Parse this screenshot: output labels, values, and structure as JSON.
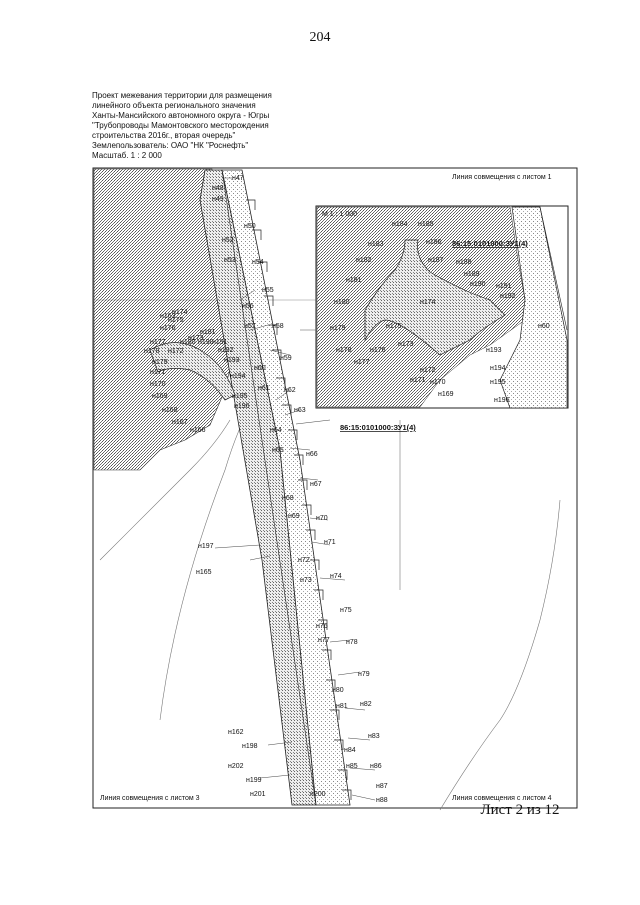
{
  "page_number": "204",
  "sheet_label": "Лист 2 из 12",
  "title_block": {
    "lines": [
      "Проект межевания территории для размещения",
      "линейного объекта регионального значения",
      "Ханты-Мансийского автономного округа - Югры",
      "\"Трубопроводы Мамонтовского месторождения",
      "строительства 2016г., вторая очередь\"",
      "Землепользователь: ОАО \"НК \"Роснефть\"",
      "Масштаб. 1 : 2 000"
    ]
  },
  "map": {
    "match_line_1": "Линия совмещения с листом 1",
    "match_line_3": "Линия совмещения с листом 3",
    "match_line_4": "Линия совмещения с листом 4",
    "parcel_label": "86:15:0101000:ЗУ1(4)",
    "inset": {
      "scale": "М 1 : 1 000",
      "parcel_label": "86:15:0101000:ЗУ1(4)"
    },
    "point_labels": [
      "н47",
      "н48",
      "н49",
      "н50",
      "н52",
      "н53",
      "н54",
      "н55",
      "н56",
      "н57",
      "н58",
      "н59",
      "н60",
      "н61",
      "н62",
      "н63",
      "н64",
      "н65",
      "н66",
      "н67",
      "н68",
      "н69",
      "н70",
      "н71",
      "н72",
      "н73",
      "н74",
      "н75",
      "н76",
      "н77",
      "н78",
      "н79",
      "н80",
      "н81",
      "н82",
      "н83",
      "н84",
      "н85",
      "н86",
      "н87",
      "н88",
      "н165",
      "н166",
      "н167",
      "н168",
      "н169",
      "н170",
      "н171",
      "н172",
      "н173",
      "н174",
      "н175",
      "н176",
      "н177",
      "н178",
      "н179",
      "н180",
      "н181",
      "н190",
      "н191",
      "н192",
      "н193",
      "н194",
      "н195",
      "н196",
      "н197",
      "н198",
      "н199",
      "н200",
      "н201",
      "н202",
      "н162",
      "н163",
      "н164",
      "н185"
    ],
    "inset_point_labels": [
      "н183",
      "н184",
      "н185",
      "н186",
      "н187",
      "н188",
      "н189",
      "н190",
      "н191",
      "н192",
      "н182",
      "н181",
      "н180",
      "н179",
      "н178",
      "н177",
      "н176",
      "н175",
      "н174",
      "н173",
      "н172",
      "н171",
      "н170",
      "н169",
      "н193",
      "н194",
      "н195",
      "н196",
      "н60"
    ]
  }
}
